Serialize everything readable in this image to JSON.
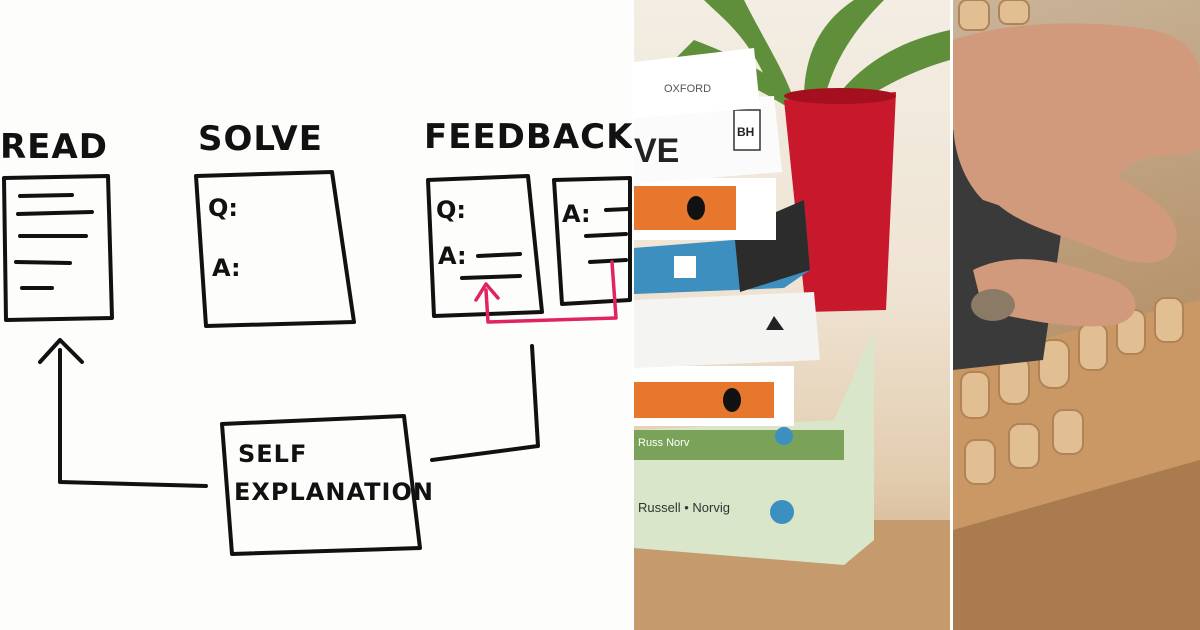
{
  "sketch": {
    "labels": {
      "read": "READ",
      "solve": "SOLVE",
      "feedback": "FEEDBACK"
    },
    "solve_card": {
      "q": "Q:",
      "a": "A:"
    },
    "feedback_card_left": {
      "q": "Q:",
      "a": "A:"
    },
    "feedback_card_right": {
      "a": "A:"
    },
    "self_explanation": {
      "line1": "SELF",
      "line2": "EXPLANATION"
    },
    "colors": {
      "ink": "#111111",
      "feedback_arrow": "#e0245e"
    }
  },
  "books": {
    "top_book_publisher": "OXFORD",
    "spine_initials": "BH",
    "spine_partial": "VE",
    "bottom_book_authors": "Russell • Norvig",
    "bottom_book_spine": "Russ Norv",
    "colors": {
      "penguin_orange": "#e8772e",
      "pot_red": "#c8182c",
      "book_blue": "#3d8fc0",
      "book_green": "#d9e6c9"
    }
  },
  "carving": {
    "colors": {
      "wood": "#d8b48a",
      "sanding_block": "#3a3a3a"
    }
  }
}
